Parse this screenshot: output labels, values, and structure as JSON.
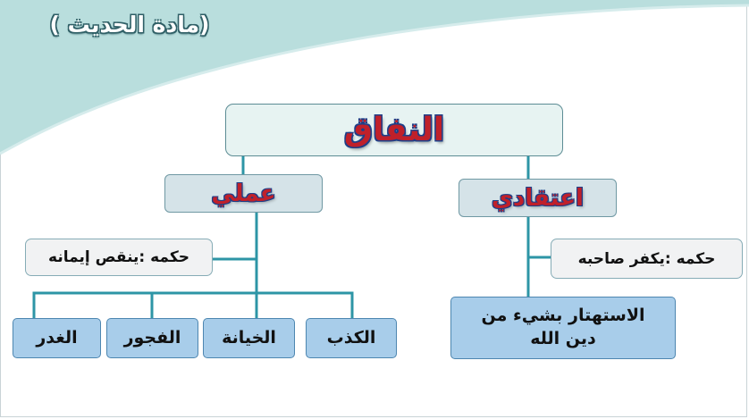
{
  "page": {
    "title": "(مادة الحديث )"
  },
  "diagram": {
    "root": {
      "label": "النفاق"
    },
    "branches": {
      "belief": {
        "label": "اعتقادي",
        "ruling": "حكمه :يكفر صاحبه",
        "example": "الاستهتار بشيء من دين الله"
      },
      "practical": {
        "label": "عملي",
        "ruling": "حكمه :ينقص إيمانه",
        "examples": [
          "الكذب",
          "الخيانة",
          "الفجور",
          "الغدر"
        ]
      }
    }
  },
  "colors": {
    "connector": "#2d95a6",
    "root_fill": "#e7f3f2",
    "branch_fill": "#d5e3e8",
    "leaf_fill": "#a8cdea",
    "label_red": "#c0202a",
    "background_wave": "#b9dedd"
  }
}
